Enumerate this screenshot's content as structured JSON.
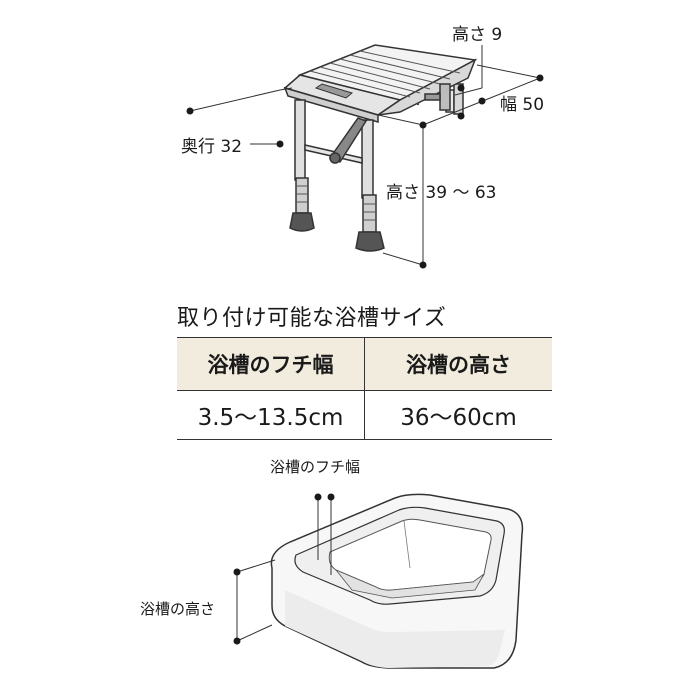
{
  "stool": {
    "dims": {
      "seat_height": "高さ 9",
      "width": "幅 50",
      "depth": "奥行 32",
      "leg_height": "高さ 39 ～ 63"
    }
  },
  "table": {
    "title": "取り付け可能な浴槽サイズ",
    "headers": [
      "浴槽のフチ幅",
      "浴槽の高さ"
    ],
    "row": [
      "3.5～13.5cm",
      "36～60cm"
    ]
  },
  "tub": {
    "rim_label": "浴槽のフチ幅",
    "height_label": "浴槽の高さ"
  },
  "colors": {
    "line": "#333333",
    "header_bg": "#f2ecde",
    "tub_fill": "#f7f7f7"
  }
}
